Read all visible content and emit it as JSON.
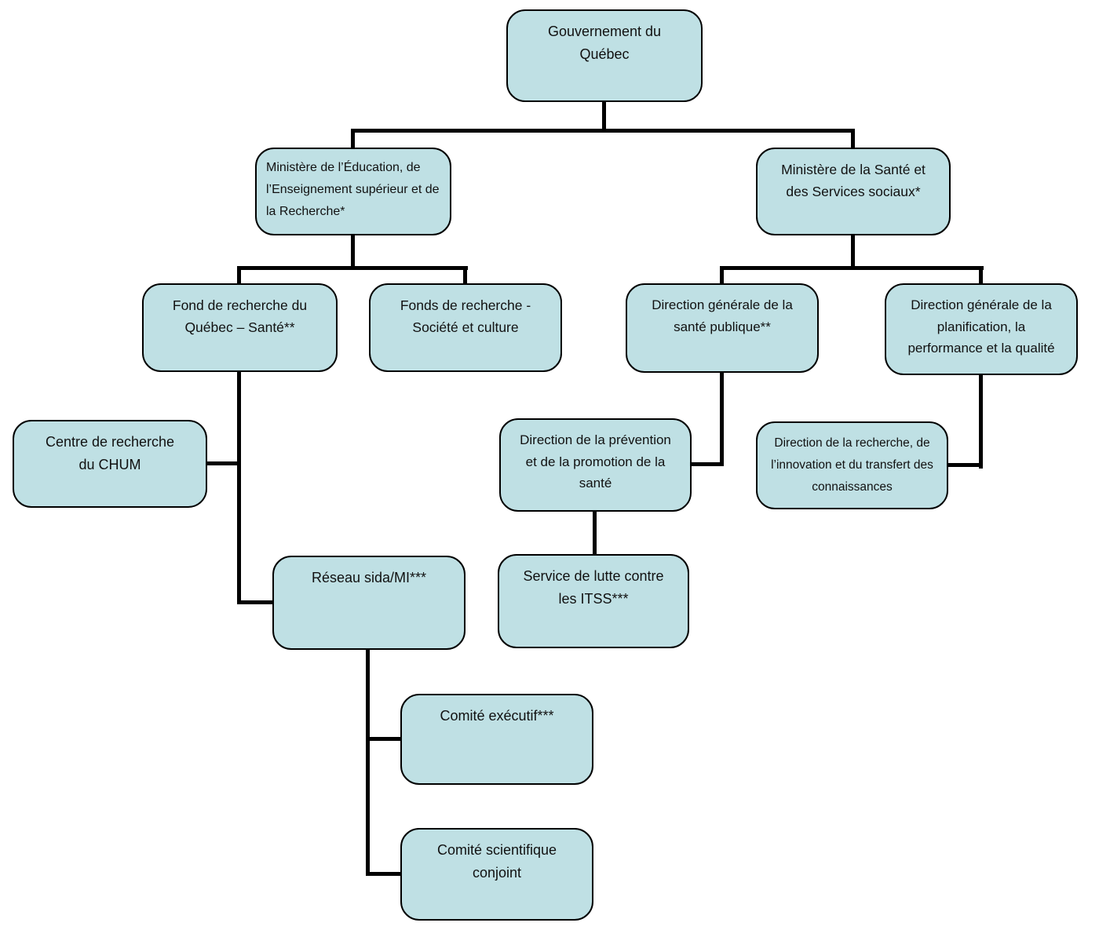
{
  "diagram": {
    "type": "org-chart",
    "colors": {
      "background": "#ffffff",
      "node_fill": "#bfe0e4",
      "node_border": "#000000",
      "connector": "#000000",
      "text": "#111111"
    },
    "nodes": {
      "gouvernement": {
        "label": "Gouvernement du\nQuébec"
      },
      "ministere_education": {
        "label": "Ministère de l’Éducation, de\nl’Enseignement supérieur et de\nla Recherche*"
      },
      "ministere_sante": {
        "label": "Ministère de la Santé et\ndes Services sociaux*"
      },
      "frq_sante": {
        "label": "Fond de recherche du\nQuébec – Santé**"
      },
      "frq_societe_culture": {
        "label": "Fonds de recherche -\nSociété et culture"
      },
      "dg_sante_publique": {
        "label": "Direction générale de la\nsanté publique**"
      },
      "dg_planification": {
        "label": "Direction générale de la\nplanification, la\nperformance et la qualité"
      },
      "centre_recherche_chum": {
        "label": "Centre de recherche\ndu CHUM"
      },
      "direction_prevention": {
        "label": "Direction de la prévention\net de la promotion de la\nsanté"
      },
      "direction_recherche_innovation": {
        "label": "Direction de la recherche, de\nl’innovation et du transfert des\nconnaissances"
      },
      "reseau_sida_mi": {
        "label": "Réseau sida/MI***"
      },
      "service_lutte_itss": {
        "label": "Service de lutte contre\nles ITSS***"
      },
      "comite_executif": {
        "label": "Comité exécutif***"
      },
      "comite_scientifique": {
        "label": "Comité scientifique\nconjoint"
      }
    },
    "edges": [
      {
        "from": "gouvernement",
        "to": "ministere_education"
      },
      {
        "from": "gouvernement",
        "to": "ministere_sante"
      },
      {
        "from": "ministere_education",
        "to": "frq_sante"
      },
      {
        "from": "ministere_education",
        "to": "frq_societe_culture"
      },
      {
        "from": "ministere_sante",
        "to": "dg_sante_publique"
      },
      {
        "from": "ministere_sante",
        "to": "dg_planification"
      },
      {
        "from": "frq_sante",
        "to": "centre_recherche_chum"
      },
      {
        "from": "frq_sante",
        "to": "reseau_sida_mi"
      },
      {
        "from": "dg_sante_publique",
        "to": "direction_prevention"
      },
      {
        "from": "dg_planification",
        "to": "direction_recherche_innovation"
      },
      {
        "from": "direction_prevention",
        "to": "service_lutte_itss"
      },
      {
        "from": "reseau_sida_mi",
        "to": "comite_executif"
      },
      {
        "from": "reseau_sida_mi",
        "to": "comite_scientifique"
      }
    ]
  }
}
